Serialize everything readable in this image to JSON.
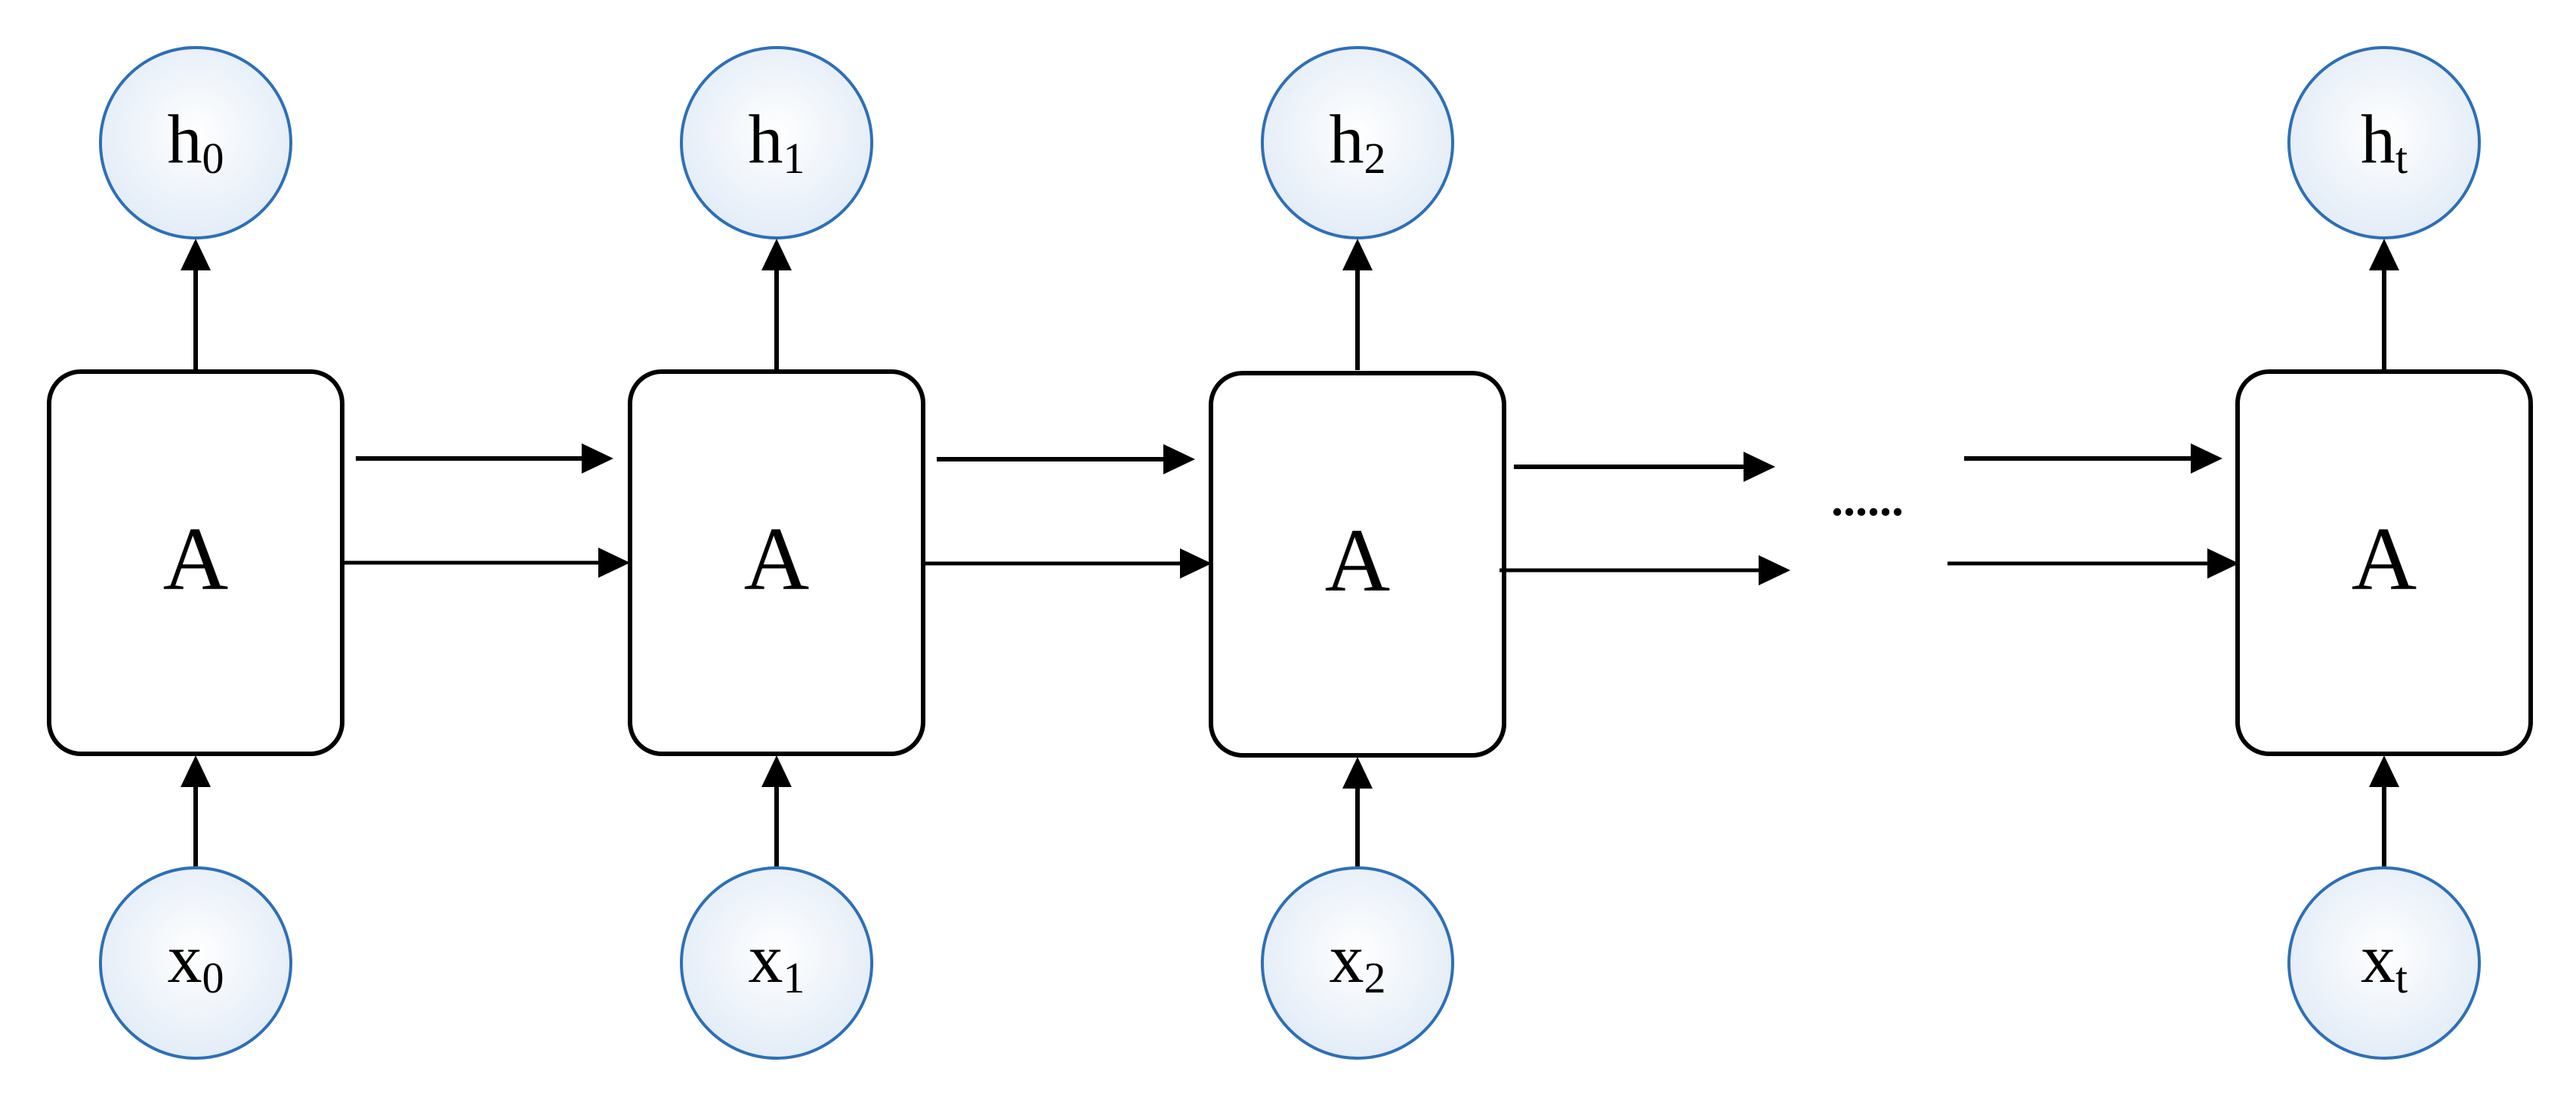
{
  "cell": {
    "label": "A"
  },
  "steps": [
    {
      "output": {
        "base": "h",
        "sub": "0"
      },
      "input": {
        "base": "x",
        "sub": "0"
      }
    },
    {
      "output": {
        "base": "h",
        "sub": "1"
      },
      "input": {
        "base": "x",
        "sub": "1"
      }
    },
    {
      "output": {
        "base": "h",
        "sub": "2"
      },
      "input": {
        "base": "x",
        "sub": "2"
      }
    },
    {
      "output": {
        "base": "h",
        "sub": "t"
      },
      "input": {
        "base": "x",
        "sub": "t"
      }
    }
  ],
  "ellipsis": "......",
  "colors": {
    "circle_stroke": "#2e6fb6",
    "circle_fill_center": "#ffffff",
    "circle_fill_edge": "#e6eef8",
    "line": "#000000"
  }
}
